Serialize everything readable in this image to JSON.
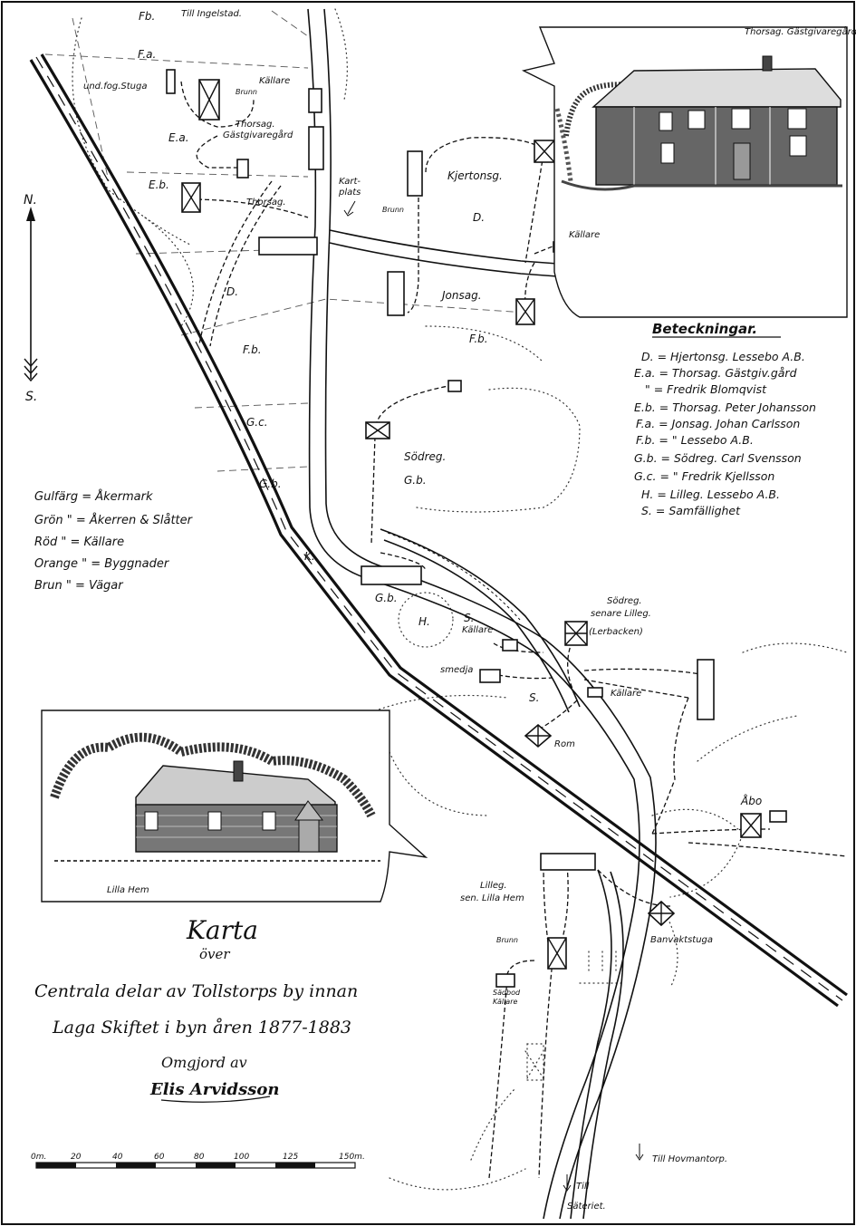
{
  "labels": {
    "fb_top": "Fb.",
    "till_ingelstad": "Till Ingelstad.",
    "fa": "F.a.",
    "und_fog_stuga": "und.fog.Stuga",
    "kallare_1": "Källare",
    "brunn_1": "Brunn",
    "thorsag_gastgivaregard": "Thorsag. Gästgivaregård",
    "ea": "E.a.",
    "eb": "E.b.",
    "thorsag": "Thorsag.",
    "kartplats": "Kart-plats",
    "brunn_2": "Brunn",
    "kjertonsg": "Kjertonsg.",
    "d_top": "D.",
    "kallare_2": "Källare",
    "d_left": "D.",
    "jonsag": "Jonsag.",
    "fb_mid": "F.b.",
    "fb_left": "F.b.",
    "gc": "G.c.",
    "gb_left": "G.b.",
    "sodreg": "Södreg.",
    "gb_mid": "G.b.",
    "k": "K.",
    "gb_low": "G.b.",
    "h": "H.",
    "s_kallare_s": "S.",
    "kallare_3": "Källare",
    "smedja": "smedja",
    "s_low": "S.",
    "rom": "Rom",
    "sodreg_senare_1": "Södreg.",
    "sodreg_senare_2": "senare Lilleg.",
    "lerbacken": "(Lerbacken)",
    "kallare_4": "Källare",
    "abo": "Åbo",
    "lilleg_1": "Lilleg.",
    "lilleg_2": "sen. Lilla Hem",
    "brunn_3": "Brunn",
    "bodkallare": "Sädbod Källare",
    "banvaktstuga": "Banvaktstuga",
    "till_hovmantorp": "Till Hovmantorp.",
    "till": "Till",
    "sateriet": "Säteriet.",
    "north": "N.",
    "south": "S.",
    "inset_top": "Thorsag. Gästgivaregård.",
    "inset_bottom": "Lilla Hem"
  },
  "legend": {
    "title": "Beteckningar.",
    "rows": [
      "D.  = Hjertonsg. Lessebo A.B.",
      "E.a. = Thorsag. Gästgiv.gård",
      "  \" = Fredrik Blomqvist",
      "E.b. = Thorsag. Peter Johansson",
      "F.a. = Jonsag. Johan Carlsson",
      "F.b. =   \"   Lessebo A.B.",
      "G.b. = Södreg. Carl Svensson",
      "G.c. =   \" Fredrik Kjellsson",
      "H.  = Lilleg. Lessebo A.B.",
      "S.  = Samfällighet"
    ]
  },
  "color_key": [
    "Gulfärg = Åkermark",
    "Grön  \" = Åkerren & Slåtter",
    "Röd  \" = Källare",
    "Orange \" = Byggnader",
    "Brun  \" = Vägar"
  ],
  "title": {
    "line1": "Karta",
    "line2": "över",
    "line3": "Centrala delar av Tollstorps by innan",
    "line4": "Laga Skiftet i byn åren 1877-1883",
    "line5": "Omgjord av",
    "signature": "Elis Arvidsson"
  },
  "scale": {
    "ticks": [
      "0m.",
      "20",
      "40",
      "60",
      "80",
      "100",
      "125",
      "150m."
    ]
  }
}
